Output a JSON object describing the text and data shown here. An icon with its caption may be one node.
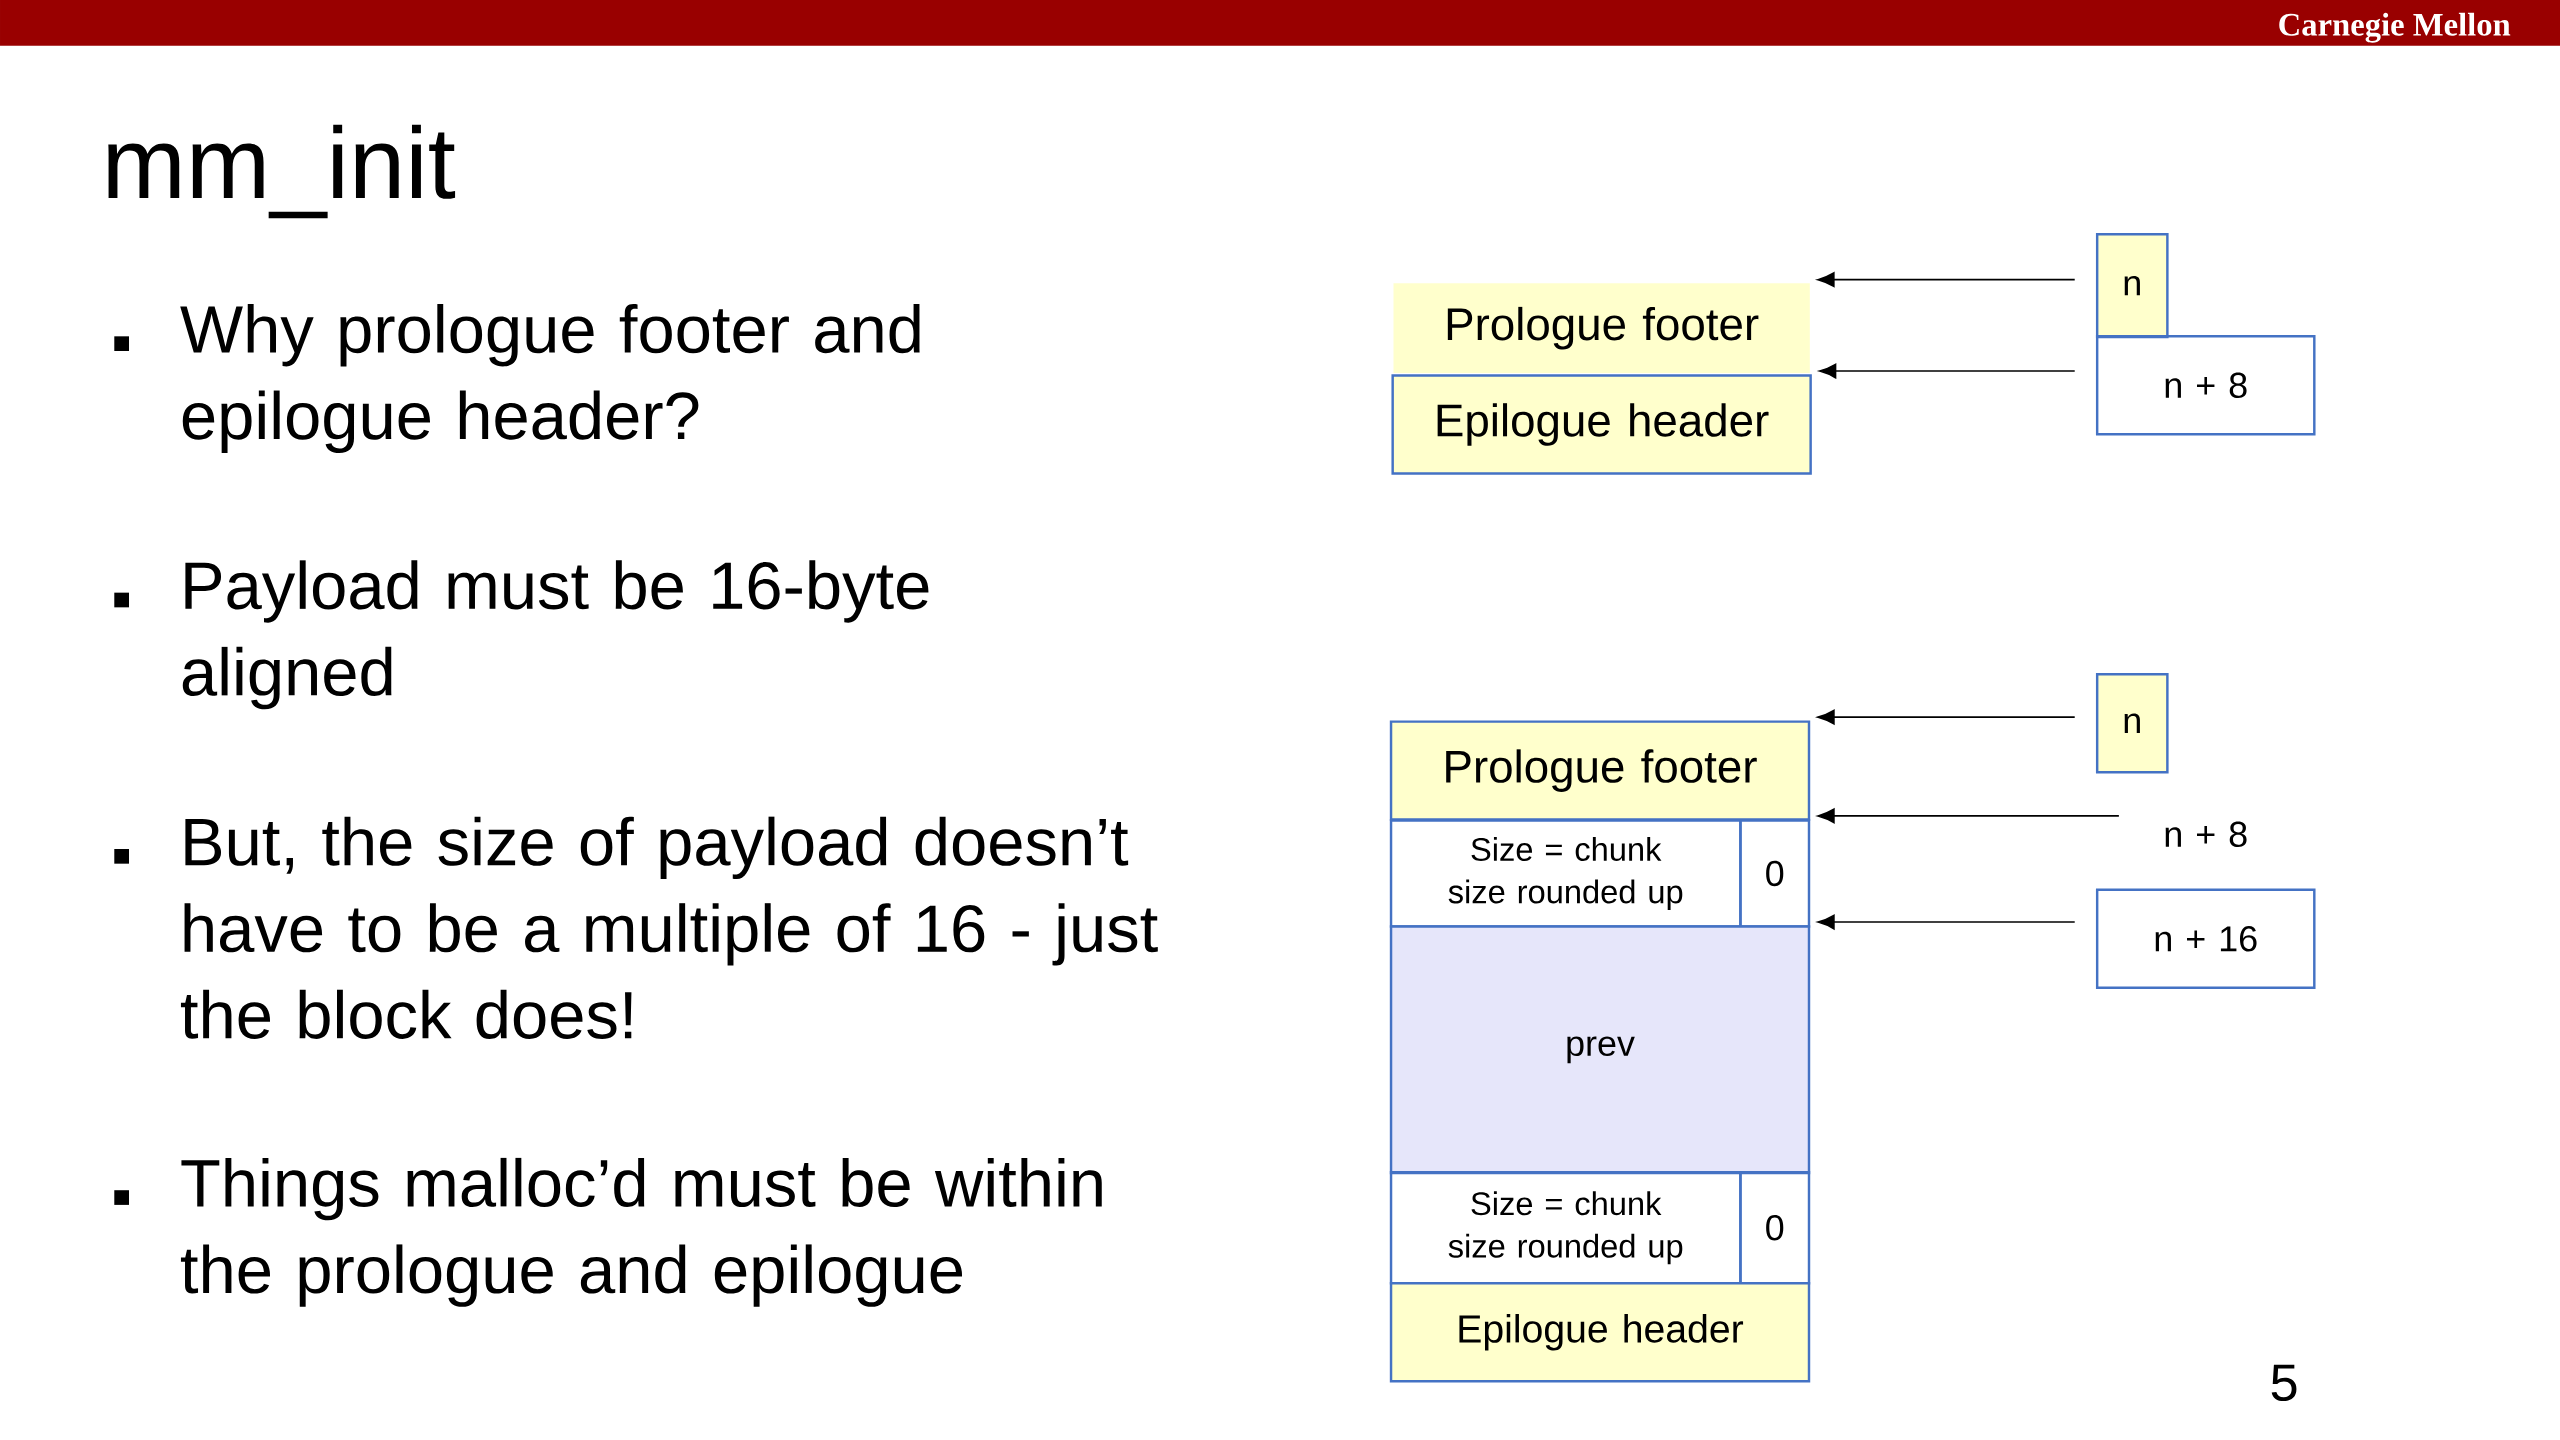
{
  "diagram": {
    "title": "mm_init",
    "nodes": [
      {
        "text": [
          "Prologue footer"
        ]
      },
      {
        "text": [
          "Epilogue header"
        ]
      },
      {
        "text": [
          "n"
        ]
      },
      {
        "text": [
          "n + 8"
        ]
      },
      {
        "text": [
          "Prologue footer"
        ]
      },
      {
        "text": [
          "Size = chunk size rounded up"
        ]
      },
      {
        "text": [
          "0"
        ]
      },
      {
        "text": [
          "prev"
        ]
      },
      {
        "text": [
          "Size = chunk size rounded up"
        ]
      },
      {
        "text": [
          "0"
        ]
      },
      {
        "text": [
          "Epilogue header"
        ]
      },
      {
        "text": [
          "n"
        ]
      },
      {
        "text": [
          "n + 8"
        ]
      },
      {
        "text": [
          "n + 16"
        ]
      }
    ],
    "edges": [
      {
        "from": 2,
        "to": 0,
        "arrow": "to"
      },
      {
        "from": 3,
        "to": 1,
        "arrow": "to"
      },
      {
        "from": 11,
        "to": 4,
        "arrow": "to"
      },
      {
        "from": 12,
        "to": 6,
        "arrow": "to"
      },
      {
        "from": 13,
        "to": 7,
        "arrow": "to"
      }
    ],
    "labels": [
      "Carnegie Mellon",
      "Why prologue footer and epilogue header?",
      "Payload must be 16-byte aligned",
      "But, the size of payload doesn’t have to be a multiple of 16 - just the block does!",
      "Things malloc’d must be within the prologue and epilogue",
      "5"
    ]
  }
}
